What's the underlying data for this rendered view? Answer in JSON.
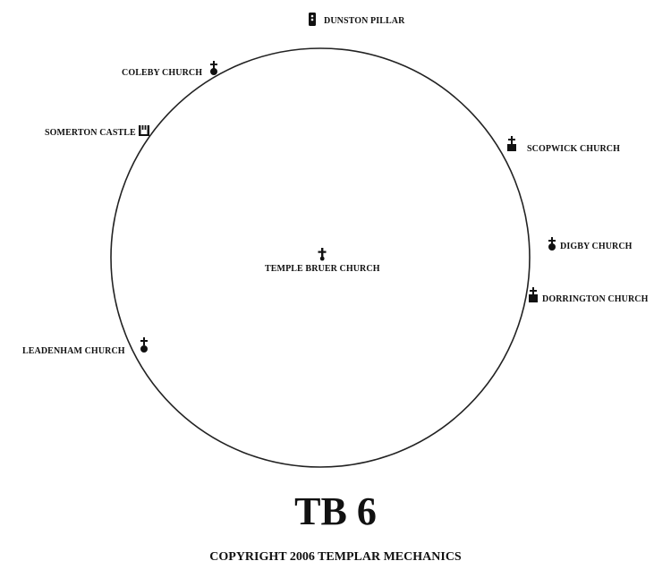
{
  "diagram": {
    "title": "TB 6",
    "copyright": "COPYRIGHT 2006 TEMPLAR MECHANICS",
    "places": [
      {
        "label": "DUNSTON PILLAR",
        "icon": "pillar-icon"
      },
      {
        "label": "COLEBY CHURCH",
        "icon": "church-round-icon"
      },
      {
        "label": "SOMERTON CASTLE",
        "icon": "castle-icon"
      },
      {
        "label": "SCOPWICK CHURCH",
        "icon": "church-square-icon"
      },
      {
        "label": "DIGBY CHURCH",
        "icon": "church-round-icon"
      },
      {
        "label": "DORRINGTON CHURCH",
        "icon": "church-square-icon"
      },
      {
        "label": "TEMPLE BRUER CHURCH",
        "icon": "church-cross-icon"
      },
      {
        "label": "LEADENHAM CHURCH",
        "icon": "church-round-icon"
      }
    ]
  }
}
